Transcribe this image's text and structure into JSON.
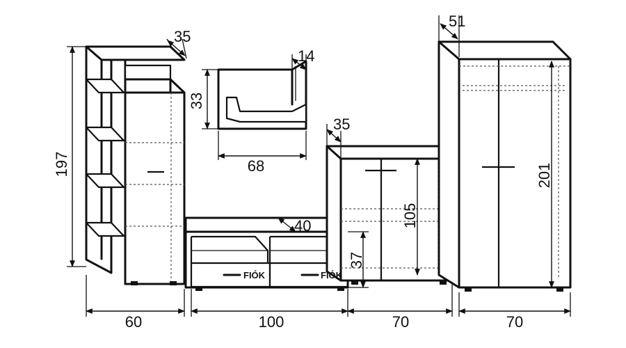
{
  "dimensions": {
    "shelf_height": "197",
    "shelf_depth": "35",
    "shelf_width": "60",
    "wall_shelf_height": "33",
    "wall_shelf_depth": "14",
    "wall_shelf_width": "68",
    "tv_depth": "40",
    "tv_height": "37",
    "tv_width": "100",
    "cabinet_depth": "35",
    "cabinet_height": "105",
    "cabinet_width": "70",
    "wardrobe_depth": "51",
    "wardrobe_height": "201",
    "wardrobe_width": "70"
  },
  "labels": {
    "drawer_left": "FIÓK",
    "drawer_right": "FIÓK"
  },
  "colors": {
    "line": "#111111",
    "background": "#ffffff"
  }
}
